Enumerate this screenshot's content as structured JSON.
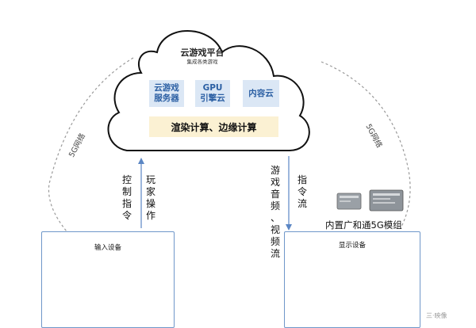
{
  "cloud": {
    "title": "云游戏平台",
    "subtitle": "集成各类游戏",
    "boxes": [
      {
        "line1": "云游戏",
        "line2": "服务器"
      },
      {
        "line1": "GPU",
        "line2": "引擎云"
      },
      {
        "line1": "内容云",
        "line2": ""
      }
    ],
    "render_bar": "渲染计算、边缘计算"
  },
  "network": {
    "left_label": "5G网络",
    "right_label": "5G网络"
  },
  "arrows": {
    "control": [
      "控",
      "制",
      "指",
      "令"
    ],
    "play": [
      "玩",
      "家",
      "操",
      "作"
    ],
    "game_av": [
      "游",
      "戏",
      "音",
      "频",
      "、",
      "视",
      "频",
      "流"
    ],
    "command": [
      "指",
      "令",
      "流"
    ]
  },
  "module_label": "内置广和通5G模组",
  "input_panel": {
    "title": "输入设备"
  },
  "display_panel": {
    "title": "显示设备"
  },
  "watermark": "三·映像"
}
